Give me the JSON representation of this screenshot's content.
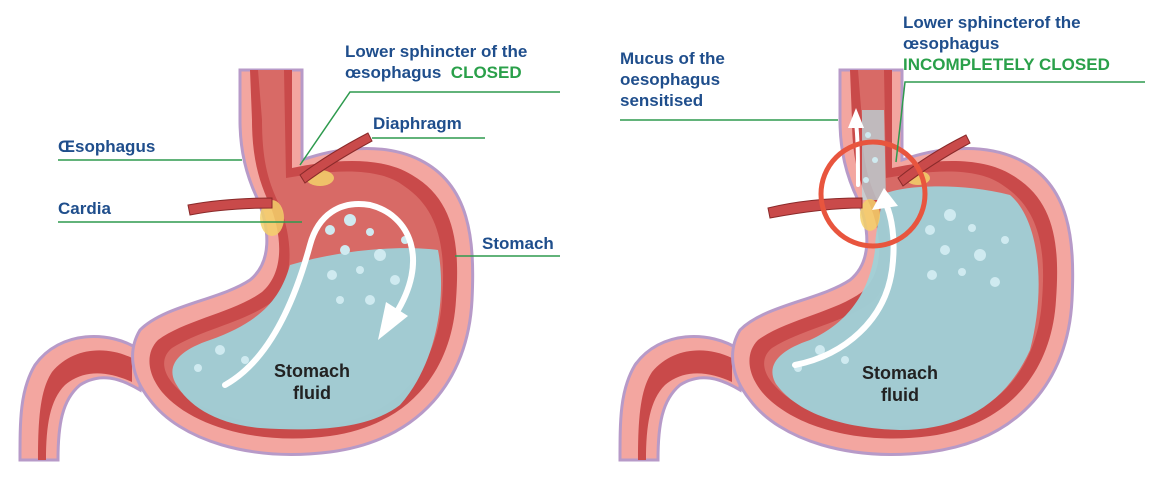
{
  "colors": {
    "label_blue": "#1f4e8c",
    "accent_green": "#2aa04a",
    "leader_green": "#2e9a4e",
    "outer_wall": "#f3a6a0",
    "outer_outline": "#b79ac8",
    "muscle": "#c94a4a",
    "fluid": "#9fd1d8",
    "reflux_circle": "#e8553e"
  },
  "left_panel": {
    "sphincter_line1": "Lower sphincter of the",
    "sphincter_line2": "œsophagus",
    "sphincter_state": "CLOSED",
    "diaphragm": "Diaphragm",
    "oesophagus": "Œsophagus",
    "cardia": "Cardia",
    "stomach": "Stomach",
    "fluid_line1": "Stomach",
    "fluid_line2": "fluid"
  },
  "right_panel": {
    "sphincter_line1": "Lower sphincterof the",
    "sphincter_line2": "œsophagus",
    "sphincter_state": "INCOMPLETELY CLOSED",
    "mucus_line1": "Mucus of the",
    "mucus_line2": "oesophagus",
    "mucus_line3": "sensitised",
    "fluid_line1": "Stomach",
    "fluid_line2": "fluid"
  }
}
